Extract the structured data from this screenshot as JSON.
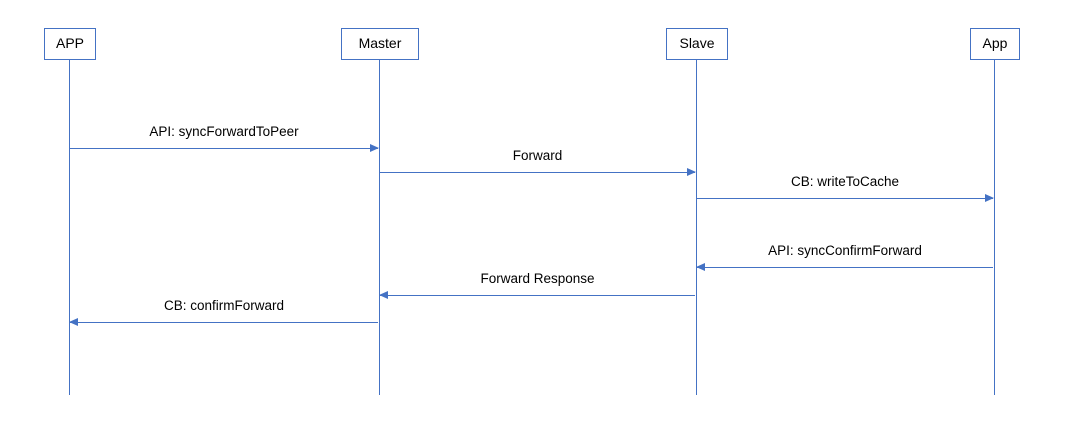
{
  "diagram": {
    "type": "sequence",
    "accent_color": "#4472C4",
    "actors": [
      {
        "label": "APP"
      },
      {
        "label": "Master"
      },
      {
        "label": "Slave"
      },
      {
        "label": "App"
      }
    ],
    "messages": [
      {
        "label": "API: syncForwardToPeer",
        "from": "APP",
        "to": "Master",
        "direction": "right"
      },
      {
        "label": "Forward",
        "from": "Master",
        "to": "Slave",
        "direction": "right"
      },
      {
        "label": "CB: writeToCache",
        "from": "Slave",
        "to": "App",
        "direction": "right"
      },
      {
        "label": "API: syncConfirmForward",
        "from": "App",
        "to": "Slave",
        "direction": "left"
      },
      {
        "label": "Forward Response",
        "from": "Slave",
        "to": "Master",
        "direction": "left"
      },
      {
        "label": "CB: confirmForward",
        "from": "Master",
        "to": "APP",
        "direction": "left"
      }
    ]
  }
}
